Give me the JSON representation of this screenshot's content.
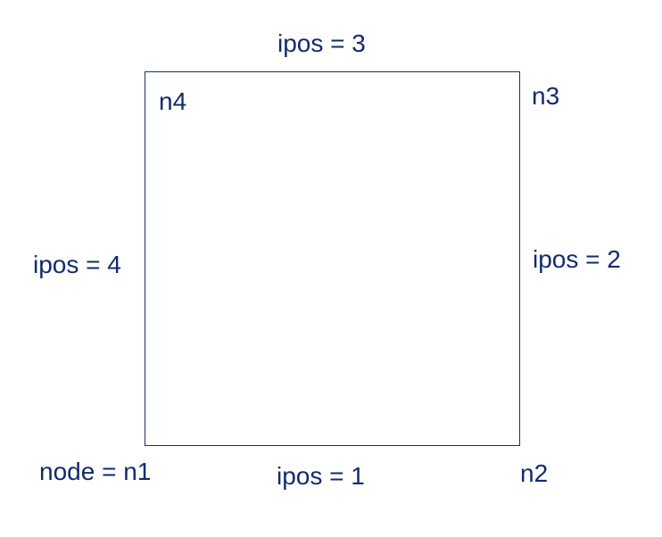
{
  "colors": {
    "line": "#1f2d6e",
    "text": "#132a6b",
    "background": "#ffffff"
  },
  "edges": {
    "top": "ipos = 3",
    "right": "ipos = 2",
    "bottom": "ipos = 1",
    "left": "ipos = 4"
  },
  "nodes": {
    "bottom_left": "node = n1",
    "bottom_right": "n2",
    "top_right": "n3",
    "top_left": "n4"
  }
}
